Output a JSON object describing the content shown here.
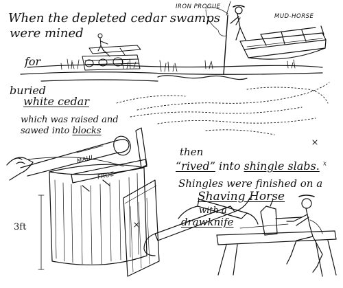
{
  "caption": {
    "line1": "When the depleted cedar swamps",
    "line2": "were mined",
    "for": "for",
    "buried": "buried",
    "white_cedar": "white cedar",
    "raised1": "which was raised and",
    "raised2_prefix": "sawed into",
    "blocks": "blocks",
    "then": "then",
    "rived": "“rived”",
    "into": "into",
    "shingle_slabs": "shingle slabs.",
    "asterisk": "x",
    "finished": "Shingles were finished on a",
    "shaving_horse": "Shaving Horse",
    "with_a": "with a",
    "drawknife": "drawknife"
  },
  "labels": {
    "iron_progue": "IRON PROGUE",
    "mud_horse": "MUD-HORSE",
    "maul": "MAUL",
    "froe": "FROE",
    "height": "3ft"
  },
  "colors": {
    "ink": "#111111",
    "paper": "#ffffff"
  }
}
